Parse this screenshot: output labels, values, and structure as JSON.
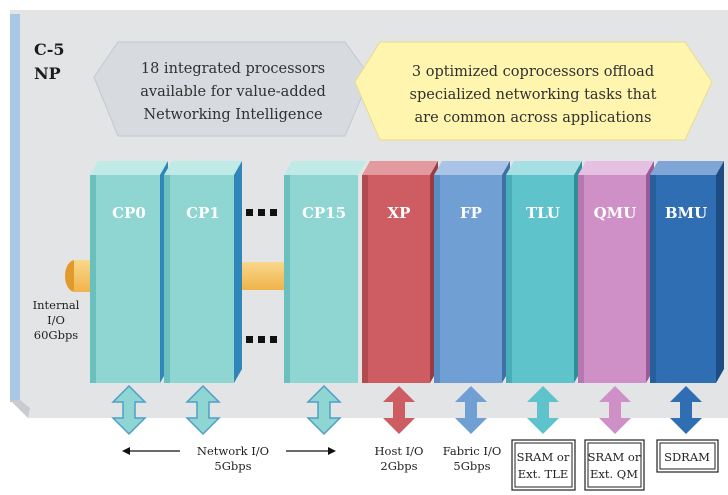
{
  "chip": {
    "title_line1": "C-5",
    "title_line2": "NP"
  },
  "callouts": {
    "left": [
      "18 integrated processors",
      "available for value-added",
      "Networking Intelligence"
    ],
    "right": [
      "3 optimized coprocessors offload",
      "specialized networking tasks that",
      "are common across applications"
    ]
  },
  "processors": {
    "cp0": "CP0",
    "cp1": "CP1",
    "cp15": "CP15",
    "xp": "XP",
    "fp": "FP",
    "tlu": "TLU",
    "qmu": "QMU",
    "bmu": "BMU"
  },
  "internal_io": [
    "Internal",
    "I/O",
    "60Gbps"
  ],
  "bottom_labels": {
    "network_io": [
      "Network I/O",
      "5Gbps"
    ],
    "host_io": [
      "Host I/O",
      "2Gbps"
    ],
    "fabric_io": [
      "Fabric I/O",
      "5Gbps"
    ],
    "sram_tle": [
      "SRAM or",
      "Ext. TLE"
    ],
    "sram_qm": [
      "SRAM or",
      "Ext. QM"
    ],
    "sdram": "SDRAM"
  },
  "colors": {
    "panel": "#e3e4e6",
    "left_band": "#a9c8e6",
    "cp": "#8fd6d2",
    "cp_side": "#2f86b8",
    "xp": "#cd5d63",
    "fp": "#6f9fd3",
    "tlu": "#5fc3cb",
    "qmu": "#cf90c8",
    "bmu": "#2f6eb2",
    "bus": "#f6c15c",
    "callout_left": "#d7dbe0",
    "callout_right": "#fff5ae"
  }
}
